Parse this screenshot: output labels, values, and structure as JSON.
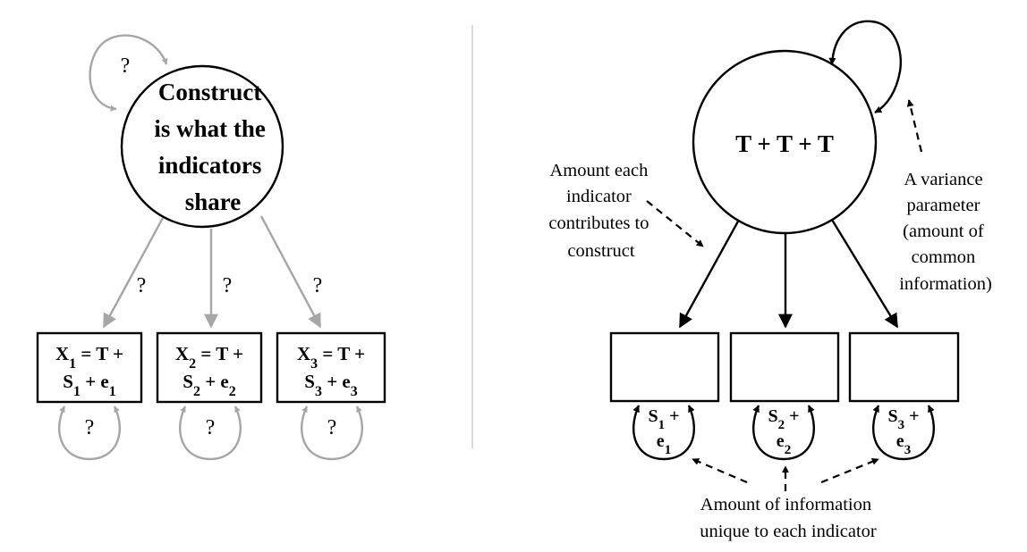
{
  "colors": {
    "left_arrows": "#a6a6a6",
    "right_arrows": "#000000",
    "divider": "#d9d9d9"
  },
  "left": {
    "construct_lines": [
      "Construct",
      "is what the",
      "indicators",
      "share"
    ],
    "variance_q": "?",
    "loading_qs": [
      "?",
      "?",
      "?"
    ],
    "residual_qs": [
      "?",
      "?",
      "?"
    ],
    "indicators": [
      {
        "line1": [
          "X",
          "1",
          " = T +"
        ],
        "line2": [
          "S",
          "1",
          " + e",
          "1"
        ]
      },
      {
        "line1": [
          "X",
          "2",
          " = T +"
        ],
        "line2": [
          "S",
          "2",
          " + e",
          "2"
        ]
      },
      {
        "line1": [
          "X",
          "3",
          " = T +"
        ],
        "line2": [
          "S",
          "3",
          " + e",
          "3"
        ]
      }
    ]
  },
  "right": {
    "construct_label": "T + T + T",
    "loading_note": [
      "Amount each",
      "indicator",
      "contributes to",
      "construct"
    ],
    "variance_note": [
      "A variance",
      "parameter",
      "(amount of",
      "common",
      "information)"
    ],
    "unique_note": [
      "Amount of information",
      "unique to each indicator"
    ],
    "residuals": [
      {
        "line1": [
          "S",
          "1",
          " +"
        ],
        "line2": [
          "e",
          "1"
        ]
      },
      {
        "line1": [
          "S",
          "2",
          " +"
        ],
        "line2": [
          "e",
          "2"
        ]
      },
      {
        "line1": [
          "S",
          "3",
          " +"
        ],
        "line2": [
          "e",
          "3"
        ]
      }
    ]
  }
}
